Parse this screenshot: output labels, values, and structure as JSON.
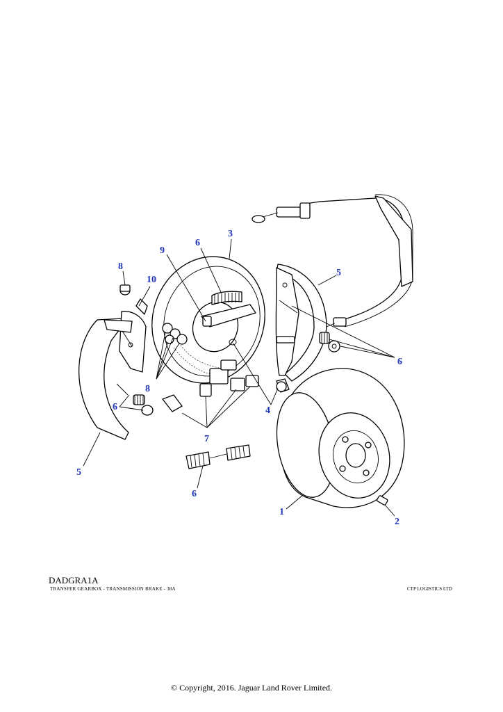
{
  "diagram": {
    "callouts": [
      {
        "id": "c1",
        "label": "1"
      },
      {
        "id": "c2",
        "label": "2"
      },
      {
        "id": "c3",
        "label": "3"
      },
      {
        "id": "c4",
        "label": "4"
      },
      {
        "id": "c5a",
        "label": "5"
      },
      {
        "id": "c5b",
        "label": "5"
      },
      {
        "id": "c6a",
        "label": "6"
      },
      {
        "id": "c6b",
        "label": "6"
      },
      {
        "id": "c6c",
        "label": "6"
      },
      {
        "id": "c6d",
        "label": "6"
      },
      {
        "id": "c7",
        "label": "7"
      },
      {
        "id": "c8a",
        "label": "8"
      },
      {
        "id": "c8b",
        "label": "8"
      },
      {
        "id": "c9",
        "label": "9"
      },
      {
        "id": "c10",
        "label": "10"
      }
    ]
  },
  "footer": {
    "code": "DADGRA1A",
    "description": "TRANSFER GEARBOX - TRANSMISSION BRAKE - 38A",
    "vendor": "CTP LOGISTICS LTD",
    "copyright": "© Copyright, 2016. Jaguar Land Rover Limited."
  },
  "colors": {
    "callout": "#1f35b8",
    "line": "#000000",
    "background": "#ffffff"
  }
}
